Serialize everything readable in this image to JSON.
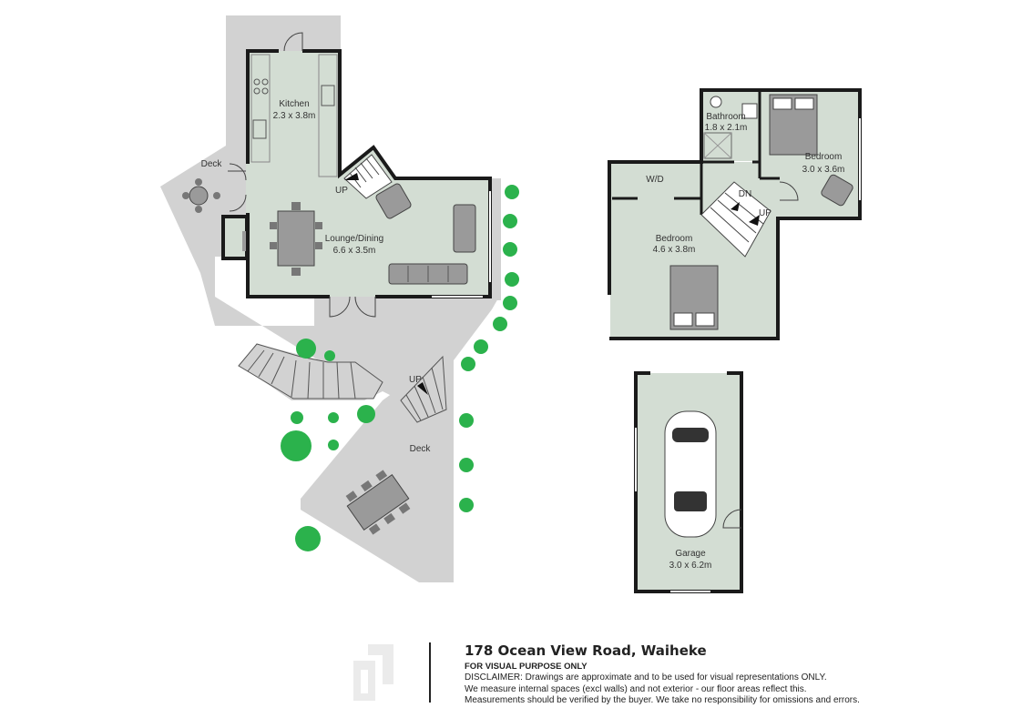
{
  "rooms": {
    "kitchen": {
      "name": "Kitchen",
      "dims": "2.3 x 3.8m"
    },
    "deck_left": {
      "name": "Deck"
    },
    "lounge": {
      "name": "Lounge/Dining",
      "dims": "6.6 x 3.5m"
    },
    "deck_lower": {
      "name": "Deck"
    },
    "wd": {
      "name": "W/D"
    },
    "bathroom": {
      "name": "Bathroom",
      "dims": "1.8 x 2.1m"
    },
    "bedroom_small": {
      "name": "Bedroom",
      "dims": "3.0 x 3.6m"
    },
    "bedroom_large": {
      "name": "Bedroom",
      "dims": "4.6 x 3.8m"
    },
    "garage": {
      "name": "Garage",
      "dims": "3.0 x 6.2m"
    }
  },
  "stair_labels": {
    "lounge_up": "UP",
    "deck_up": "UP",
    "upper_dn": "DN",
    "upper_up": "UP"
  },
  "footer": {
    "address": "178 Ocean View Road, Waiheke",
    "subtitle": "FOR VISUAL PURPOSE ONLY",
    "disclaimer": [
      "DISCLAIMER:  Drawings are approximate and to be used for visual representations ONLY.",
      "We measure internal spaces (excl walls) and not exterior - our floor areas reflect this.",
      "Measurements should be verified by the buyer. We take no responsibility for omissions and errors."
    ]
  },
  "colors": {
    "floor": "#d3ddd3",
    "deck": "#d2d2d2",
    "wall": "#1a1a1a",
    "plant": "#2bb24c",
    "furniture": "#9a9a9a"
  }
}
